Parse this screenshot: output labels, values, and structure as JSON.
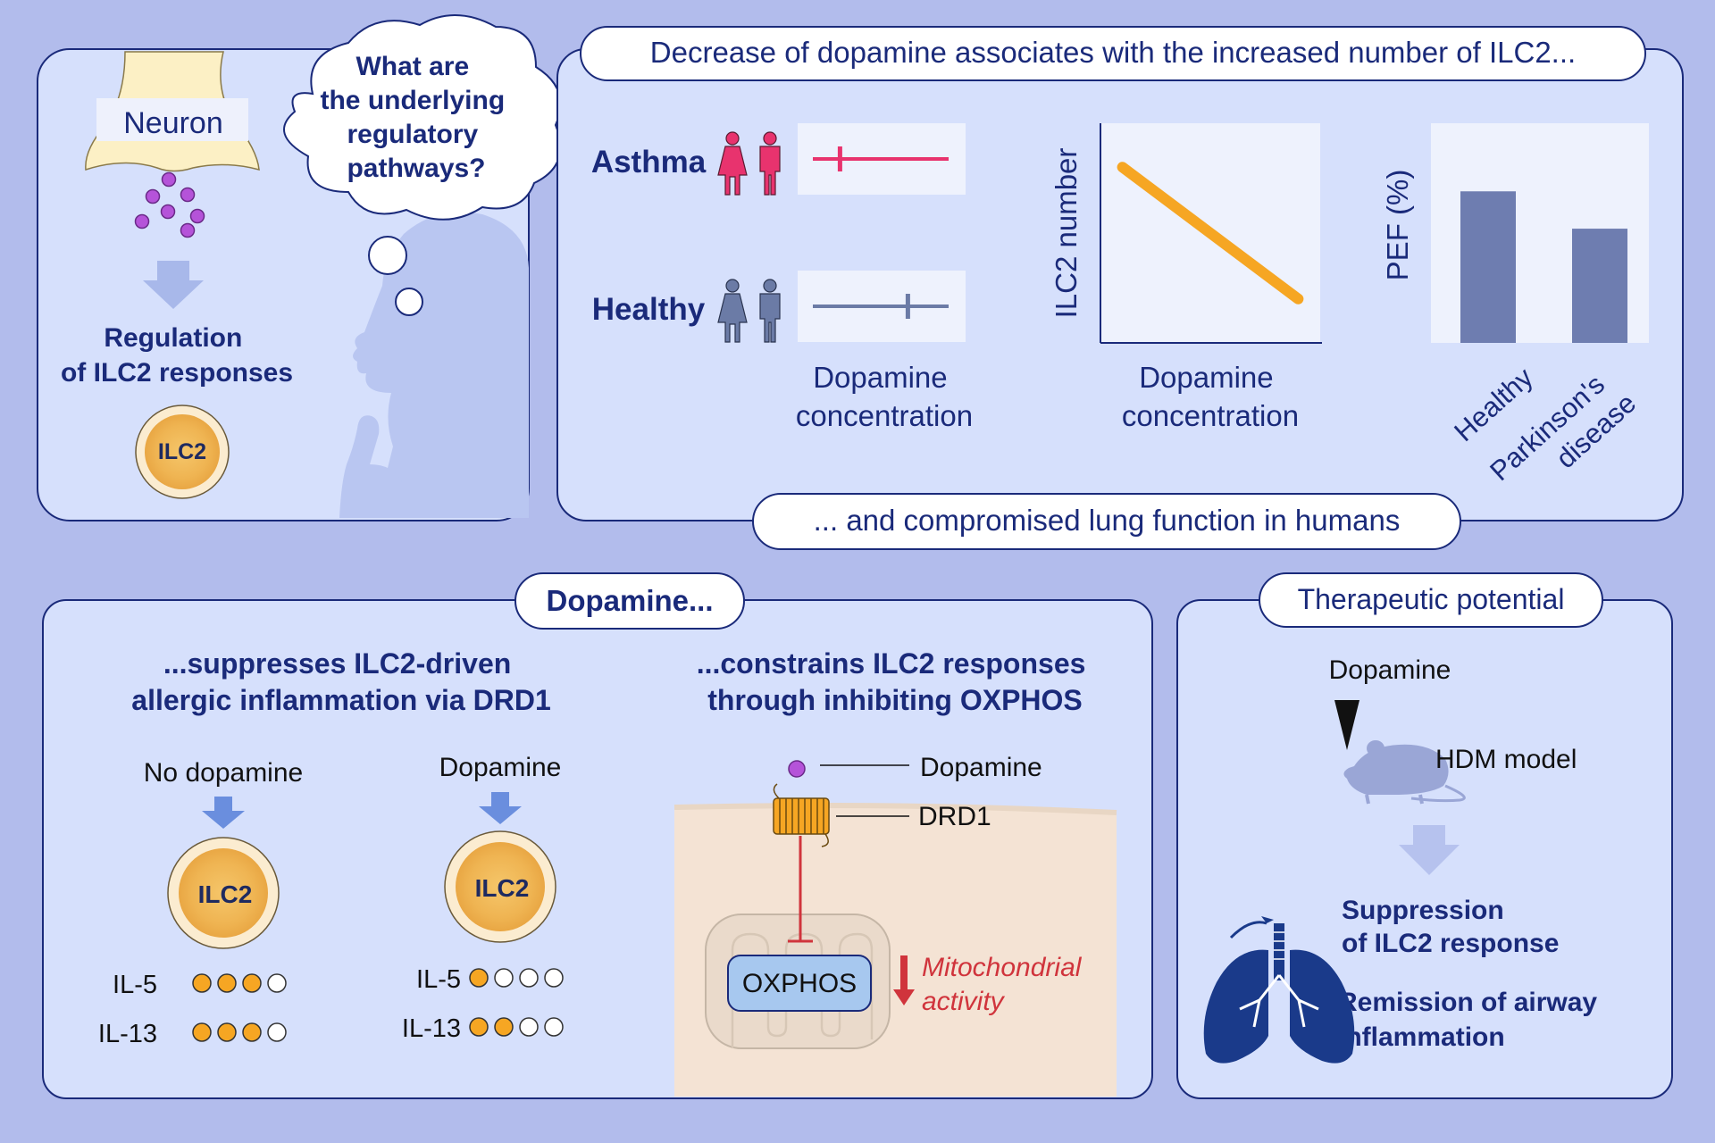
{
  "top_left": {
    "neuron_label": "Neuron",
    "question_lines": [
      "What are",
      "the underlying",
      "regulatory",
      "pathways?"
    ],
    "regulation_lines": [
      "Regulation",
      "of ILC2 responses"
    ],
    "cell_label": "ILC2"
  },
  "top_right": {
    "header": "Decrease of dopamine associates with the increased number of ILC2...",
    "footer": "... and compromised lung function in humans",
    "asthma_label": "Asthma",
    "healthy_label": "Healthy",
    "forest_xlabel_lines": [
      "Dopamine",
      "concentration"
    ],
    "line_ylabel": "ILC2 number",
    "line_xlabel_lines": [
      "Dopamine",
      "concentration"
    ],
    "bar_ylabel": "PEF (%)",
    "bar_cat_healthy": "Healthy",
    "bar_cat_pd_lines": [
      "Parkinson's",
      "disease"
    ]
  },
  "bottom_left": {
    "header": "Dopamine...",
    "left_title_lines": [
      "...suppresses ILC2-driven",
      "allergic inflammation via DRD1"
    ],
    "right_title_lines": [
      "...constrains ILC2 responses",
      "through inhibiting OXPHOS"
    ],
    "no_dopamine_label": "No dopamine",
    "dopamine_label": "Dopamine",
    "cell_label": "ILC2",
    "il5_label": "IL-5",
    "il13_label": "IL-13",
    "dopamine_ligand_label": "Dopamine",
    "drd1_label": "DRD1",
    "oxphos_label": "OXPHOS",
    "mito_lines": [
      "Mitochondrial",
      "activity"
    ]
  },
  "bottom_right": {
    "header": "Therapeutic potential",
    "dopamine_label": "Dopamine",
    "model_label": "HDM model",
    "suppression_lines": [
      "Suppression",
      "of ILC2 response"
    ],
    "remission_lines": [
      "Remission of airway",
      "inflammation"
    ]
  },
  "chart_data": [
    {
      "type": "scatter",
      "title": "",
      "xlabel": "Dopamine concentration",
      "ylabel": "",
      "series": [
        {
          "name": "Asthma",
          "color": "#e8336e",
          "point": 0.2
        },
        {
          "name": "Healthy",
          "color": "#6b7ba6",
          "point": 0.7
        }
      ]
    },
    {
      "type": "line",
      "title": "",
      "xlabel": "Dopamine concentration",
      "ylabel": "ILC2 number",
      "x": [
        0.1,
        0.9
      ],
      "y": [
        0.8,
        0.2
      ],
      "color": "#f6a623"
    },
    {
      "type": "bar",
      "title": "",
      "xlabel": "",
      "ylabel": "PEF (%)",
      "categories": [
        "Healthy",
        "Parkinson's disease"
      ],
      "values": [
        0.69,
        0.52
      ],
      "ylim": [
        0,
        1
      ],
      "color": "#6e7db0"
    }
  ],
  "il_levels": {
    "no_dopamine": {
      "il5": [
        1,
        1,
        1,
        0
      ],
      "il13": [
        1,
        1,
        1,
        0
      ]
    },
    "dopamine": {
      "il5": [
        1,
        0,
        0,
        0
      ],
      "il13": [
        1,
        1,
        0,
        0
      ]
    }
  },
  "colors": {
    "background": "#b2bcec",
    "panel": "#d6e0fc",
    "navy": "#1a2a7a",
    "dopamine_dot": "#b553d9",
    "il_dot": "#f6a623",
    "inhibit_red": "#d0343c",
    "cell_core": "#f2bf62",
    "cell_ring": "#fbecd0"
  }
}
